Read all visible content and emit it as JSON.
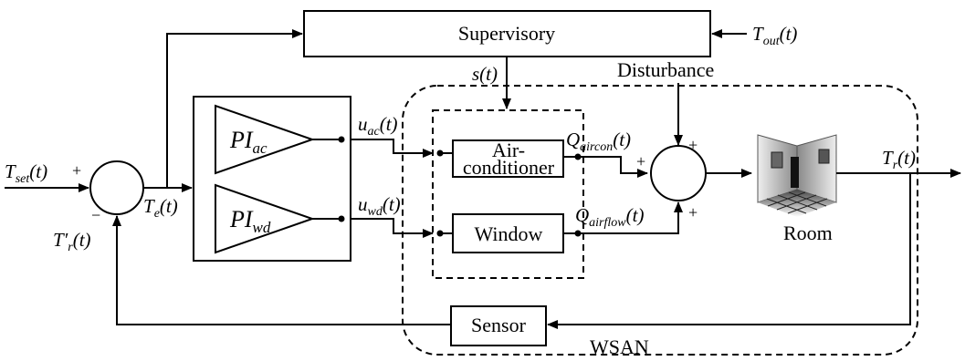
{
  "blocks": {
    "supervisory": "Supervisory",
    "air_conditioner_line1": "Air-",
    "air_conditioner_line2": "conditioner",
    "window": "Window",
    "sensor": "Sensor",
    "room": "Room",
    "wsan": "WSAN",
    "disturbance": "Disturbance"
  },
  "controllers": {
    "pi_ac": {
      "main": "PI",
      "sub": "ac"
    },
    "pi_wd": {
      "main": "PI",
      "sub": "wd"
    }
  },
  "signals": {
    "t_out": {
      "main": "T",
      "sub": "out",
      "arg": "(t)"
    },
    "s": {
      "main": "s(t)"
    },
    "u_ac": {
      "main": "u",
      "sub": "ac",
      "arg": "(t)"
    },
    "u_wd": {
      "main": "u",
      "sub": "wd",
      "arg": "(t)"
    },
    "q_aircon": {
      "main": "Q",
      "sub": "aircon",
      "arg": "(t)"
    },
    "q_airflow": {
      "main": "Q",
      "sub": "airflow",
      "arg": "(t)"
    },
    "t_set": {
      "main": "T",
      "sub": "set",
      "arg": "(t)"
    },
    "t_e": {
      "main": "T",
      "sub": "e",
      "arg": "(t)"
    },
    "t_r": {
      "main": "T",
      "sub": "r",
      "arg": "(t)"
    },
    "t_r_prime": {
      "main": "T′",
      "sub": "r",
      "arg": "(t)"
    }
  },
  "signs": {
    "sum1_plus": "+",
    "sum1_minus": "−",
    "sum2_left_plus": "+",
    "sum2_top_plus": "+",
    "sum2_bottom_plus": "+"
  }
}
